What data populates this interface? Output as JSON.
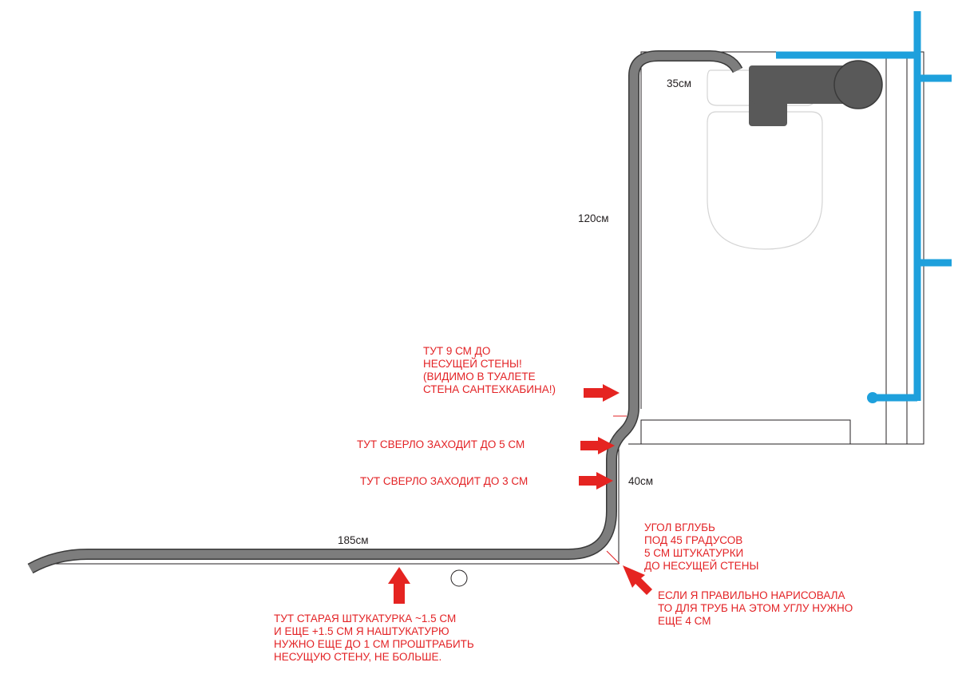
{
  "colors": {
    "pipe": "#7d7d7d",
    "pipe_outline": "#3a3a3a",
    "fixture": "#595959",
    "water_pipe": "#1ea0dc",
    "note_text": "#e32326",
    "arrow": "#e52421",
    "line": "#231f20",
    "toilet_outline": "#d4d4d4"
  },
  "dimensions": {
    "top_segment": "35см",
    "vertical_segment": "120см",
    "corner_segment": "40см",
    "horizontal_segment": "185см"
  },
  "notes": {
    "load_wall": [
      "ТУТ 9 СМ ДО",
      "НЕСУЩЕЙ СТЕНЫ!",
      "(ВИДИМО В ТУАЛЕТЕ",
      "СТЕНА САНТЕХКАБИНА!)"
    ],
    "drill_5cm": [
      "ТУТ СВЕРЛО  ЗАХОДИТ  ДО 5 СМ"
    ],
    "drill_3cm": [
      "ТУТ СВЕРЛО  ЗАХОДИТ  ДО 3 СМ"
    ],
    "corner_angle": [
      "УГОЛ ВГЛУБЬ",
      "ПОД 45 ГРАДУСОВ",
      "5 СМ ШТУКАТУРКИ",
      "ДО НЕСУЩЕЙ СТЕНЫ"
    ],
    "corner_pipes": [
      "ЕСЛИ Я ПРАВИЛЬНО НАРИСОВАЛА",
      "ТО ДЛЯ ТРУБ НА ЭТОМ УГЛУ НУЖНО",
      "ЕЩЕ 4 СМ"
    ],
    "old_plaster": [
      "ТУТ СТАРАЯ ШТУКАТУРКА ~1.5 СМ",
      "И ЕЩЕ +1.5 СМ  Я НАШТУКАТУРЮ",
      "НУЖНО ЕЩЕ ДО 1 СМ  ПРОШТРАБИТЬ",
      "НЕСУЩУЮ СТЕНУ, НЕ БОЛЬШЕ."
    ]
  }
}
